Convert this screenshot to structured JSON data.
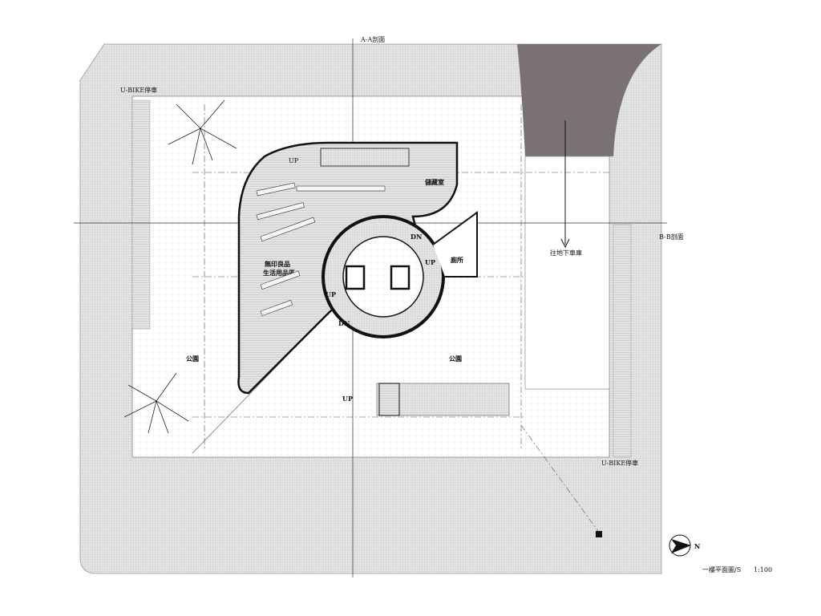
{
  "sections": {
    "aa": "A-A剖面",
    "bb": "B-B剖面"
  },
  "labels": {
    "ubike_top": "U-BIKE停車",
    "ubike_bottom": "U-BIKE停車",
    "park_left": "公園",
    "park_right": "公園",
    "muji_line1": "無印良品",
    "muji_line2": "生活用品區",
    "storage": "儲藏室",
    "toilet": "廁所",
    "to_garage": "往地下車庫",
    "up": "UP",
    "dn": "DN"
  },
  "north": "N",
  "title": "一樓平面圖/S",
  "scale": "1:100",
  "colors": {
    "sidewalk": "#dcdcdc",
    "ramp": "#7a7272",
    "line": "#111111"
  }
}
